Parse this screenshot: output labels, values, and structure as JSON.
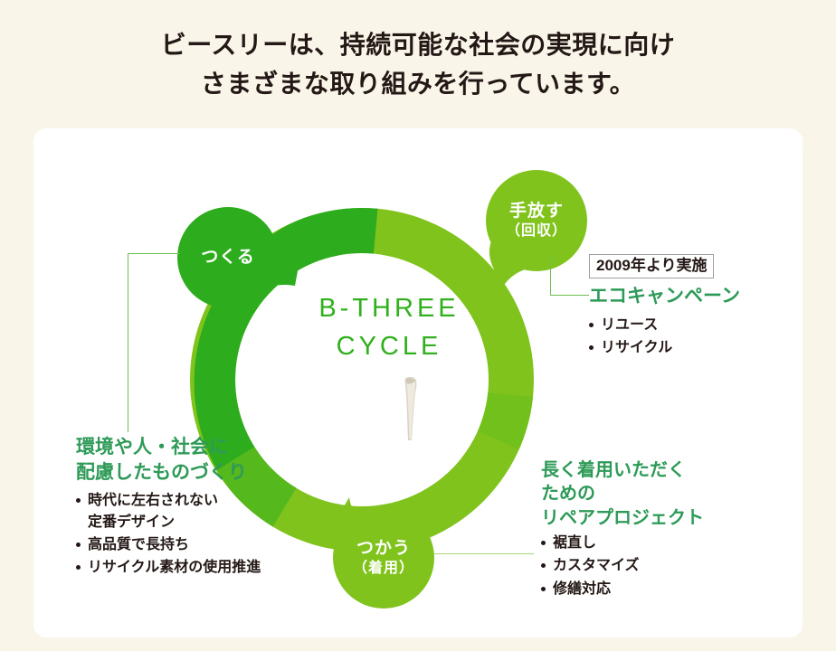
{
  "heading": {
    "line1": "ビースリーは、持続可能な社会の実現に向け",
    "line2": "さまざまな取り組みを行っています。"
  },
  "center": {
    "logo_line1": "B-THREE",
    "logo_line2": "CYCLE"
  },
  "bubbles": {
    "make": {
      "main": "つくる",
      "sub": ""
    },
    "release": {
      "main": "手放す",
      "sub": "（回収）"
    },
    "use": {
      "main": "つかう",
      "sub": "（着用）"
    }
  },
  "blocks": {
    "eco": {
      "badge": "2009年より実施",
      "heading": "エコキャンペーン",
      "items": [
        "リユース",
        "リサイクル"
      ]
    },
    "make": {
      "heading_line1": "環境や人・社会に",
      "heading_line2": "配慮したものづくり",
      "items": [
        {
          "line1": "時代に左右されない",
          "line2": "定番デザイン"
        },
        {
          "line1": "高品質で長持ち",
          "line2": ""
        },
        {
          "line1": "リサイクル素材の使用推進",
          "line2": ""
        }
      ]
    },
    "repair": {
      "heading_line1": "長く着用いただく",
      "heading_line2": "ための",
      "heading_line3": "リペアプロジェクト",
      "items": [
        "裾直し",
        "カスタマイズ",
        "修繕対応"
      ]
    }
  },
  "colors": {
    "background": "#FAF5E9",
    "card": "#FFFFFF",
    "ring_dark_green": "#2DAD1D",
    "ring_light_green": "#7FC31C",
    "ring_mid_green": "#62BA1C",
    "heading_green": "#2E9A58",
    "logo_green": "#2FB01C",
    "text_dark": "#231815",
    "connector": "#6FBF4F"
  }
}
